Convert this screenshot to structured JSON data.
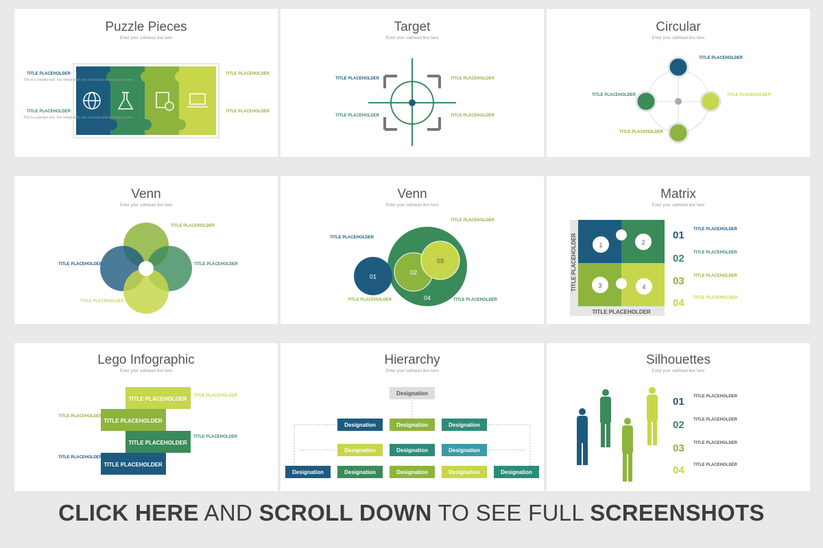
{
  "colors": {
    "navy": "#1d5b7e",
    "green": "#3a8a5a",
    "teal": "#2e8b7a",
    "lime": "#8db43d",
    "lightlime": "#c7d64a",
    "grey": "#aaaaaa"
  },
  "subhead": "Enter your subhead line here",
  "title_placeholder": "TITLE PLACEHOLDER",
  "body_text": "This is a sample text. You simply add your own text and description here.",
  "slides": {
    "puzzle": {
      "title": "Puzzle Pieces"
    },
    "target": {
      "title": "Target"
    },
    "circular": {
      "title": "Circular"
    },
    "venn1": {
      "title": "Venn"
    },
    "venn2": {
      "title": "Venn",
      "circles": [
        "01",
        "02",
        "03",
        "04"
      ]
    },
    "matrix": {
      "title": "Matrix",
      "numbers": [
        "01",
        "02",
        "03",
        "04"
      ],
      "cells": [
        "1",
        "2",
        "3",
        "4"
      ]
    },
    "lego": {
      "title": "Lego Infographic"
    },
    "hierarchy": {
      "title": "Hierarchy",
      "label": "Designation"
    },
    "silhouettes": {
      "title": "Silhouettes",
      "numbers": [
        "01",
        "02",
        "03",
        "04"
      ]
    }
  },
  "footer": {
    "part1": "CLICK HERE",
    "part2": "AND",
    "part3": "SCROLL DOWN",
    "part4": "TO SEE FULL",
    "part5": "SCREENSHOTS"
  }
}
